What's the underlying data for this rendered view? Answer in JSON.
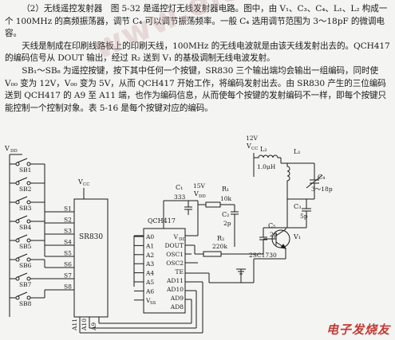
{
  "text": {
    "p1": "（2）无线遥控发射器　图 5-32 是遥控灯无线发射器电路。图中，由 V₁、C₃、C₄、L₁、L₂ 构成一个 100MHz 的高频振荡器，调节 C₄ 可以调节振荡频率。一般 C₄ 选用调节范围为 3～18pF 的微调电容。",
    "p2": "天线是制成在印刷线路板上的印刷天线，100MHz 的无线电波就是由该天线发射出去的。QCH417 的编码信号从 DOUT 输出，经过 R₂ 送到 V₁ 的基极调制无线电波发射。",
    "p3": "SB₁～SB₈ 为遥控按键，按下其中任何一个按键，SR830 三个输出端均会输出一组编码，同时使 V₀₀ 变为 12V，V₀₀ 变为 5V，从而 QCH417 开始工作，将编码发射出去。由 SR830 产生的三位编码送到 QCH417 的 A9 至 A11 端，也作为编码信息，从而使每个按键的发射编码不一样，即每个按键只能控制一个控制对象。表 5-16 是每个按键对应的编码。"
  },
  "watermark": {
    "url": "www.elecfans.com",
    "logo": "电子发烧友"
  },
  "schematic": {
    "vdd": "V",
    "vdd_sub": "DD",
    "vcc": "V",
    "vcc_sub": "CC",
    "chip1": {
      "name": "SR830",
      "pins": [
        "S1",
        "S2",
        "S3",
        "S4",
        "S5",
        "S6",
        "S7",
        "S8"
      ],
      "outputs": [
        "A11",
        "A10",
        "A9"
      ]
    },
    "switches": [
      "SB1",
      "SB2",
      "SB3",
      "SB4",
      "SB5",
      "SB6",
      "SB7",
      "SB8"
    ],
    "chip2": {
      "name": "QCH417",
      "left_pins": [
        "A0",
        "A1",
        "A2",
        "A3",
        "A4",
        "A5",
        "A6",
        "V"
      ],
      "left_pin_vss": "SS",
      "right_pins": [
        "V",
        "DOUT",
        "OSC1",
        "OSC2",
        "TE",
        "AD11",
        "AD10",
        "AD9",
        "AD8"
      ],
      "right_pin_vdd": "DD"
    },
    "parts": {
      "c1": "C₁",
      "c1_val": "333",
      "v15": "15V",
      "vdd2": "V",
      "vdd2_sub": "DD",
      "r1": "R₁",
      "r1_val": "10k",
      "c2": "C₂",
      "c2_val": "2p",
      "r2": "R₂",
      "r2_val": "220k",
      "v12": "12V",
      "vcc2": "V",
      "vcc2_sub": "CC",
      "l2": "L₂",
      "l2_val": "1.0μH",
      "l1": "L₁",
      "c4": "C₄",
      "c4_val": "3～18p",
      "c3": "C₃",
      "c3_val": "5p",
      "c5": "C₅",
      "c5_val": "2p",
      "v1": "V₁",
      "transistor": "2SC1730"
    }
  }
}
